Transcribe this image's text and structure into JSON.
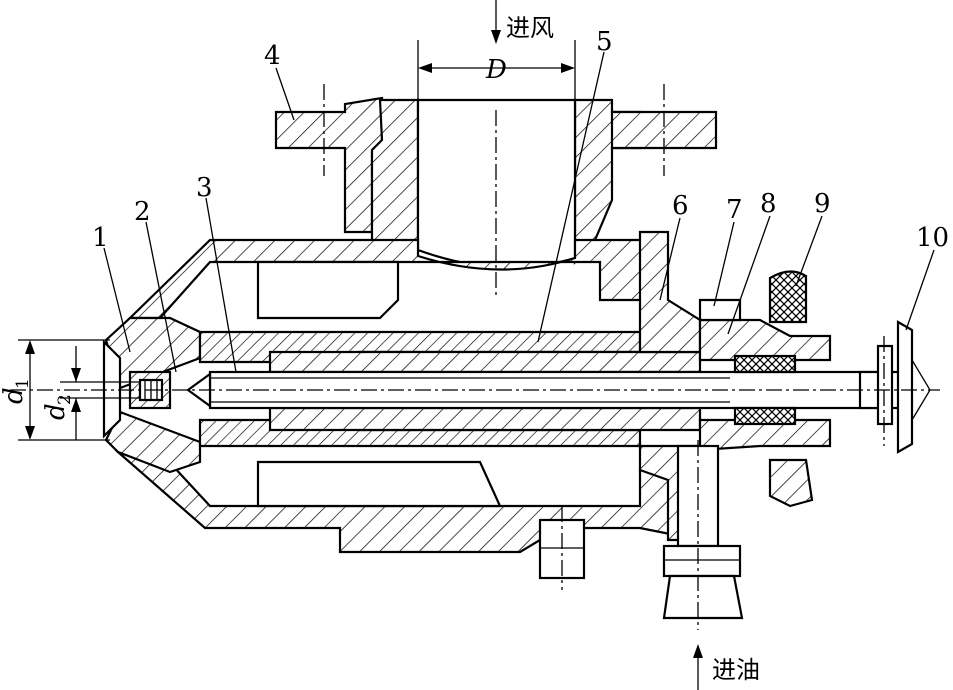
{
  "labels": {
    "air_inlet": "进风",
    "oil_inlet": "进油",
    "diameter": "D",
    "d1": "d",
    "d1_sub": "1",
    "d2": "d",
    "d2_sub": "2",
    "p1": "1",
    "p2": "2",
    "p3": "3",
    "p4": "4",
    "p5": "5",
    "p6": "6",
    "p7": "7",
    "p8": "8",
    "p9": "9",
    "p10": "10"
  }
}
